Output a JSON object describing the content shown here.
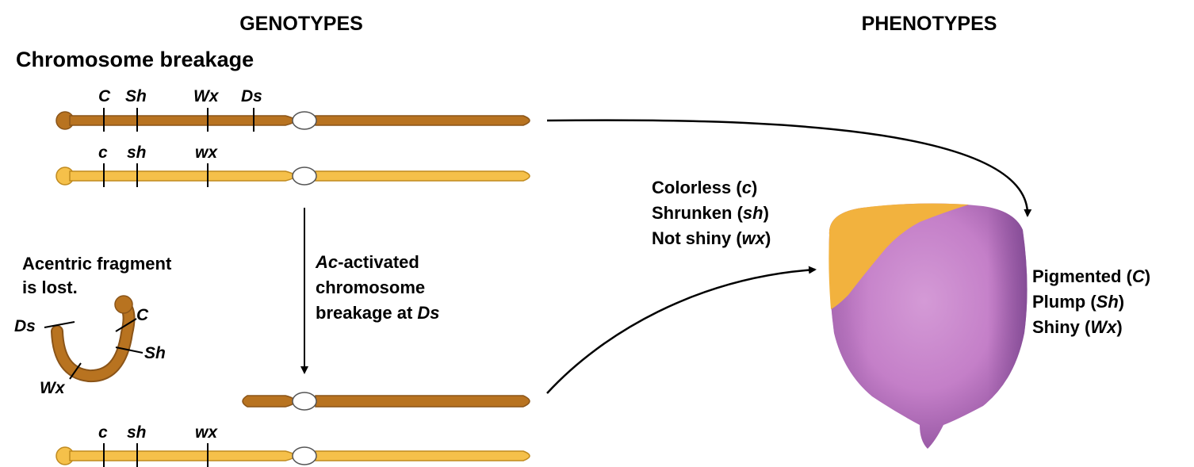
{
  "headers": {
    "genotypes": "GENOTYPES",
    "phenotypes": "PHENOTYPES"
  },
  "section_title": "Chromosome breakage",
  "chromosomes": {
    "top_dark": {
      "genes": [
        "C",
        "Sh",
        "Wx",
        "Ds"
      ],
      "color": "#b87320"
    },
    "top_light": {
      "genes": [
        "c",
        "sh",
        "wx"
      ],
      "color": "#f5c04a"
    },
    "bottom_dark": {
      "genes": [],
      "color": "#b87320"
    },
    "bottom_light": {
      "genes": [
        "c",
        "sh",
        "wx"
      ],
      "color": "#f5c04a"
    }
  },
  "fragment": {
    "caption_line1": "Acentric fragment",
    "caption_line2": "is lost.",
    "genes": [
      "Ds",
      "C",
      "Sh",
      "Wx"
    ]
  },
  "process": {
    "line1_italic": "Ac",
    "line1_rest": "-activated",
    "line2": "chromosome",
    "line3_prefix": "breakage at ",
    "line3_italic": "Ds"
  },
  "phenotype_left": [
    {
      "text": "Colorless (",
      "gene": "c",
      "close": ")"
    },
    {
      "text": "Shrunken (",
      "gene": "sh",
      "close": ")"
    },
    {
      "text": "Not shiny (",
      "gene": "wx",
      "close": ")"
    }
  ],
  "phenotype_right": [
    {
      "text": "Pigmented (",
      "gene": "C",
      "close": ")"
    },
    {
      "text": "Plump (",
      "gene": "Sh",
      "close": ")"
    },
    {
      "text": "Shiny (",
      "gene": "Wx",
      "close": ")"
    }
  ],
  "colors": {
    "dark_chromosome": "#b87320",
    "light_chromosome": "#f5c04a",
    "kernel_purple": "#c07cc4",
    "kernel_yellow": "#f2b23e"
  }
}
